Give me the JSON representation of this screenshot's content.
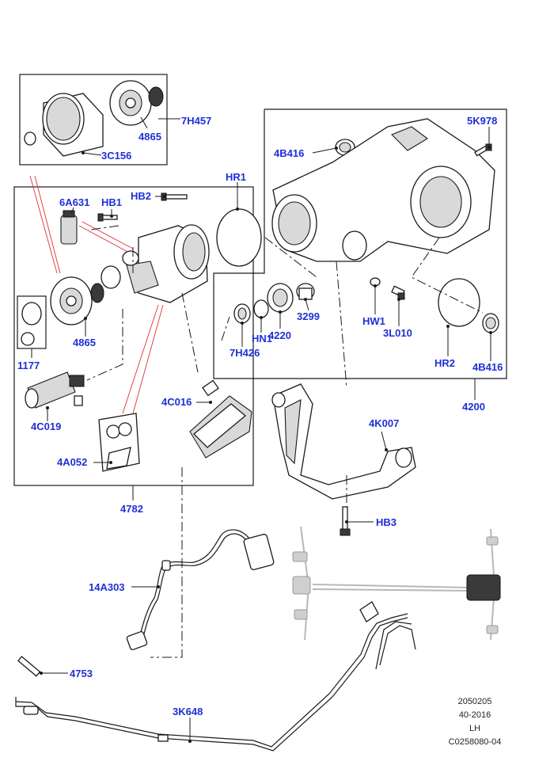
{
  "callouts": {
    "c7H457": "7H457",
    "c4865a": "4865",
    "c3C156": "3C156",
    "c6A631": "6A631",
    "cHB1": "HB1",
    "cHB2": "HB2",
    "cHR1": "HR1",
    "c4B416a": "4B416",
    "c5K978": "5K978",
    "c4865b": "4865",
    "c1177": "1177",
    "c7H426": "7H426",
    "cHN1": "HN1",
    "c4220": "4220",
    "c3299": "3299",
    "cHW1": "HW1",
    "c3L010": "3L010",
    "cHR2": "HR2",
    "c4B416b": "4B416",
    "c4200": "4200",
    "c4C019": "4C019",
    "c4C016": "4C016",
    "c4K007": "4K007",
    "c4A052": "4A052",
    "c4782": "4782",
    "cHB3": "HB3",
    "c14A303": "14A303",
    "c4753": "4753",
    "c3K648": "3K648"
  },
  "reference": {
    "line1": "2050205",
    "line2": "40-2016",
    "line3": "LH",
    "line4": "C0258080-04"
  },
  "colors": {
    "callout": "#1f2fd6",
    "leader_red": "#e03030",
    "ghost_gray": "#b8b8b8"
  }
}
